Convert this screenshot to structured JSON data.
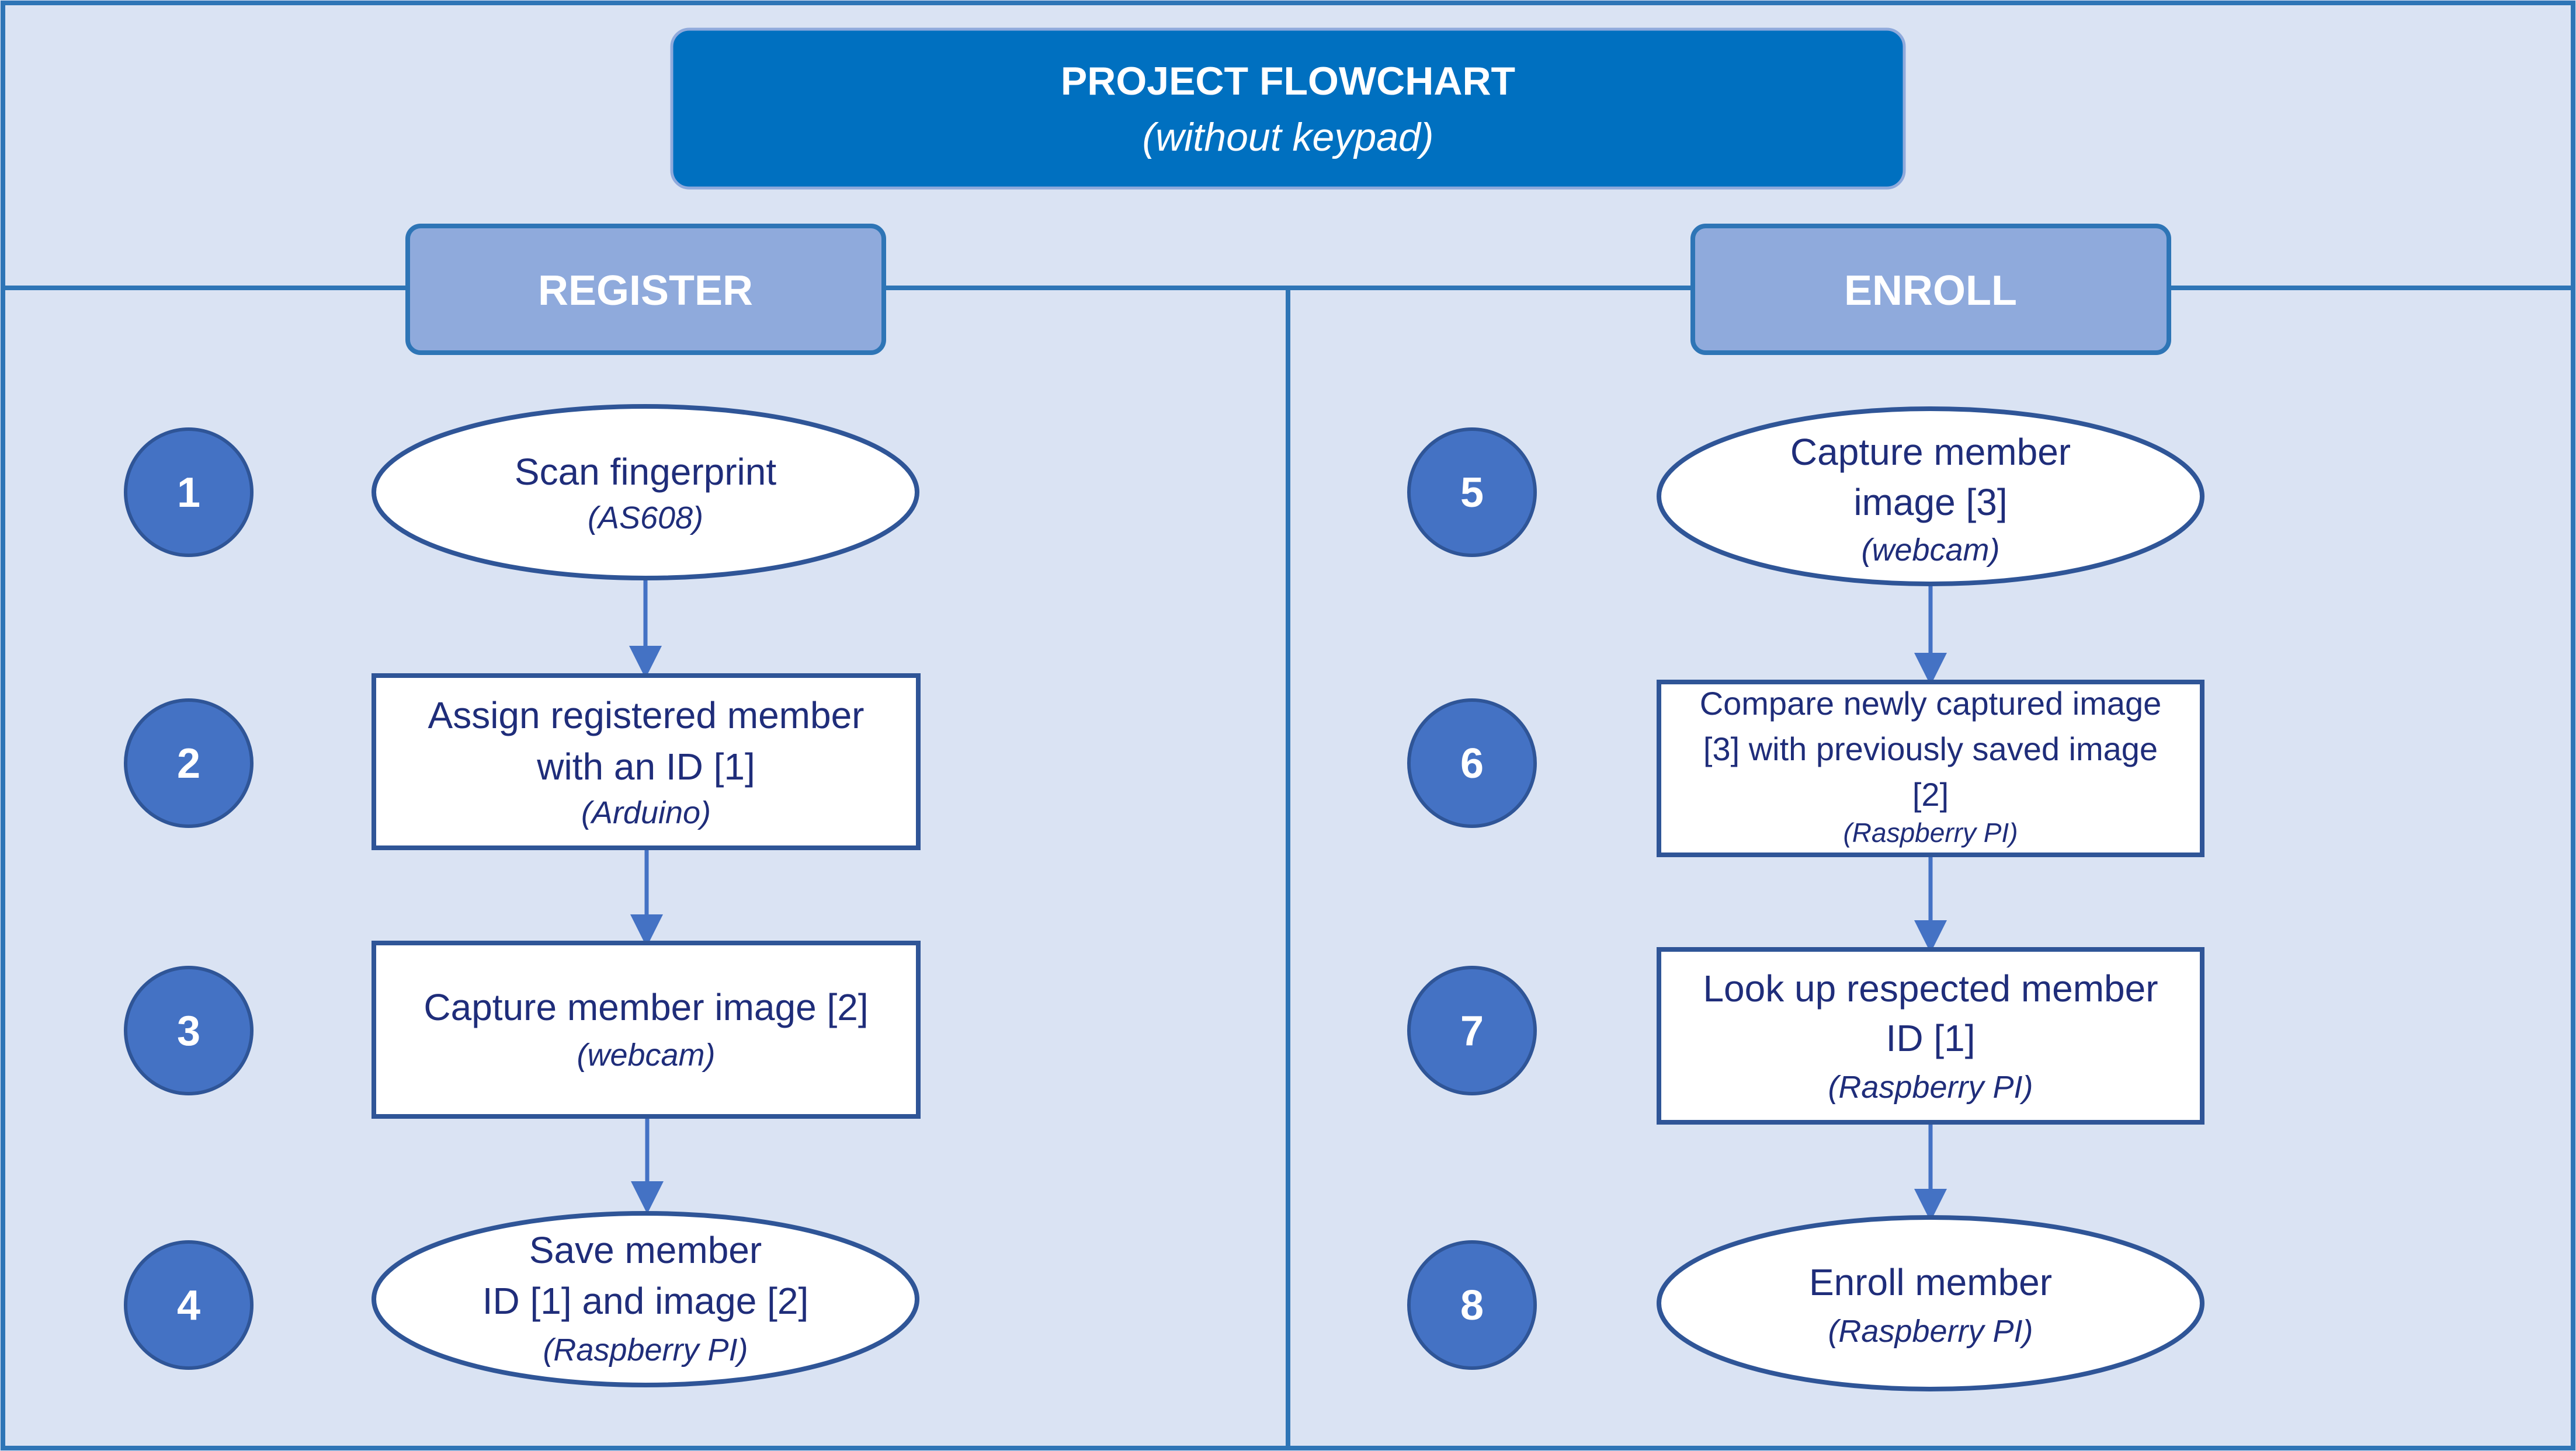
{
  "header": {
    "title": "PROJECT FLOWCHART",
    "subtitle": "(without keypad)"
  },
  "sections": {
    "register": {
      "label": "REGISTER"
    },
    "enroll": {
      "label": "ENROLL"
    }
  },
  "steps": [
    {
      "number": "1",
      "lines": [
        "Scan fingerprint"
      ],
      "device": "(AS608)"
    },
    {
      "number": "2",
      "lines": [
        "Assign registered member",
        "with an ID [1]"
      ],
      "device": "(Arduino)"
    },
    {
      "number": "3",
      "lines": [
        "Capture member image [2]"
      ],
      "device": "(webcam)"
    },
    {
      "number": "4",
      "lines": [
        "Save member",
        "ID [1] and image [2]"
      ],
      "device": "(Raspberry PI)"
    },
    {
      "number": "5",
      "lines": [
        "Capture member",
        "image [3]"
      ],
      "device": "(webcam)"
    },
    {
      "number": "6",
      "lines": [
        "Compare newly captured image",
        "[3] with previously saved image",
        "[2]"
      ],
      "device": "(Raspberry PI)"
    },
    {
      "number": "7",
      "lines": [
        "Look up respected member",
        "ID [1]"
      ],
      "device": "(Raspberry PI)"
    },
    {
      "number": "8",
      "lines": [
        "Enroll member"
      ],
      "device": "(Raspberry PI)"
    }
  ],
  "colors": {
    "background": "#dae3f3",
    "border": "#2e75b6",
    "header_fill": "#0070c0",
    "section_fill": "#8faadc",
    "badge_fill": "#4472c4",
    "node_stroke": "#2f5597",
    "text": "#1f2d7a",
    "arrow": "#4472c4"
  }
}
